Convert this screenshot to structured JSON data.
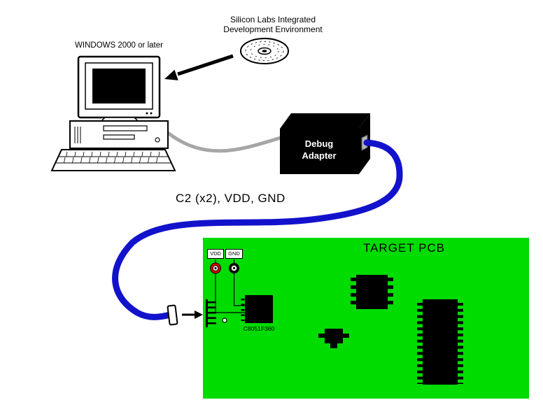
{
  "diagram": {
    "ide_label": {
      "line1": "Silicon Labs Integrated",
      "line2": "Development Environment"
    },
    "computer_label": "WINDOWS 2000 or later",
    "adapter_label": {
      "line1": "Debug",
      "line2": "Adapter"
    },
    "cable_label": "C2 (x2), VDD, GND",
    "pcb": {
      "title": "TARGET PCB",
      "vdd_label": "VDD",
      "gnd_label": "GND",
      "mcu_label": "C8051F360"
    },
    "colors": {
      "pcb_green": "#00DB00",
      "cable_blue": "#1212CC",
      "cable_gray": "#A6A6A6",
      "vdd_red": "#D40000"
    },
    "icons": {
      "computer": "desktop-computer-icon",
      "disc": "cd-disc-icon",
      "adapter": "debug-adapter-box",
      "plug": "cable-plug-connector"
    }
  }
}
